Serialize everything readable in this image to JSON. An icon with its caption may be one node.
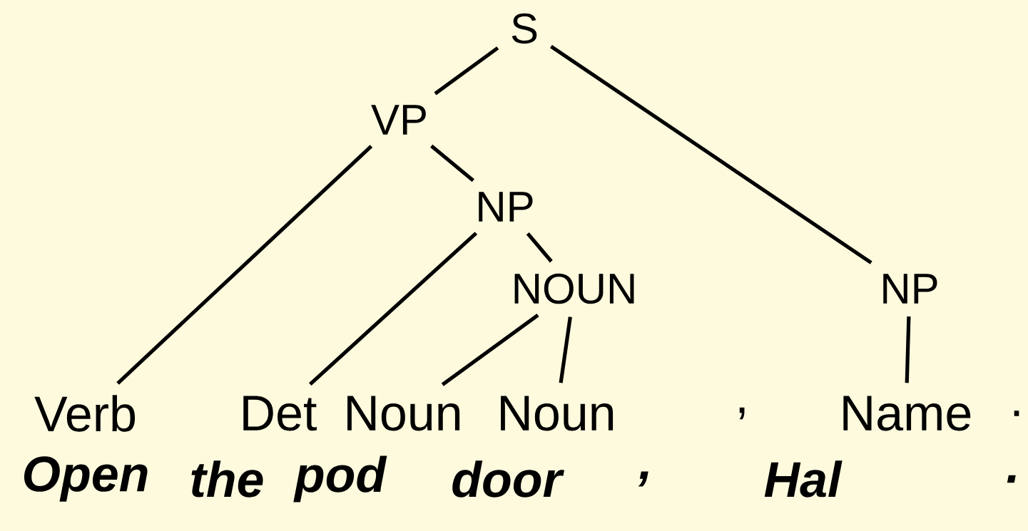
{
  "diagram": {
    "nodes": [
      {
        "text": [
          "S"
        ]
      },
      {
        "text": [
          "VP"
        ]
      },
      {
        "text": [
          "NP"
        ]
      },
      {
        "text": [
          "NOUN"
        ]
      },
      {
        "text": [
          "NP"
        ]
      },
      {
        "text": [
          "Verb"
        ]
      },
      {
        "text": [
          "Det"
        ]
      },
      {
        "text": [
          "Noun"
        ]
      },
      {
        "text": [
          "Noun"
        ]
      },
      {
        "text": [
          "Name"
        ]
      }
    ],
    "edges": [
      {
        "from": 0,
        "to": 1,
        "arrow": "none"
      },
      {
        "from": 0,
        "to": 4,
        "arrow": "none"
      },
      {
        "from": 1,
        "to": 5,
        "arrow": "none"
      },
      {
        "from": 1,
        "to": 2,
        "arrow": "none"
      },
      {
        "from": 2,
        "to": 6,
        "arrow": "none"
      },
      {
        "from": 2,
        "to": 3,
        "arrow": "none"
      },
      {
        "from": 3,
        "to": 7,
        "arrow": "none"
      },
      {
        "from": 3,
        "to": 8,
        "arrow": "none"
      },
      {
        "from": 4,
        "to": 9,
        "arrow": "none"
      }
    ],
    "labels": [
      ",",
      ".",
      "Open",
      "the",
      "pod",
      "door",
      ",",
      "Hal",
      "."
    ]
  }
}
